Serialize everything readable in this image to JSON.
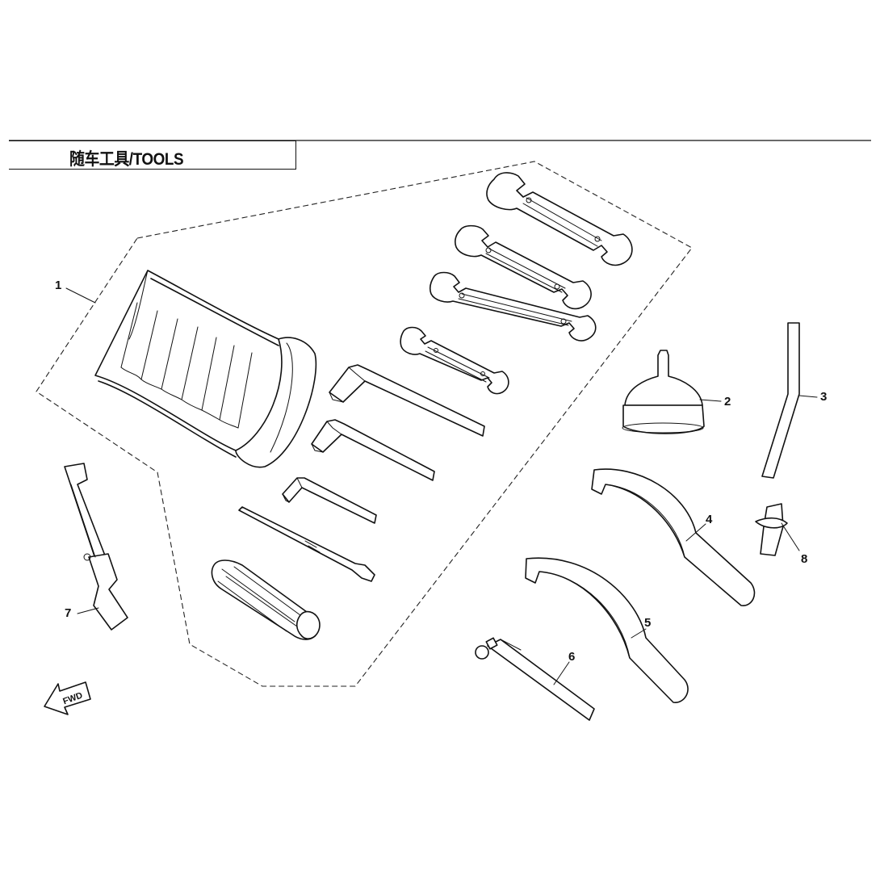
{
  "title": "随车工具/TOOLS",
  "callouts": [
    {
      "id": "1",
      "label": "1"
    },
    {
      "id": "2",
      "label": "2"
    },
    {
      "id": "3",
      "label": "3"
    },
    {
      "id": "4",
      "label": "4"
    },
    {
      "id": "5",
      "label": "5"
    },
    {
      "id": "6",
      "label": "6"
    },
    {
      "id": "7",
      "label": "7"
    },
    {
      "id": "8",
      "label": "8"
    }
  ],
  "fwd_label": "FWD"
}
